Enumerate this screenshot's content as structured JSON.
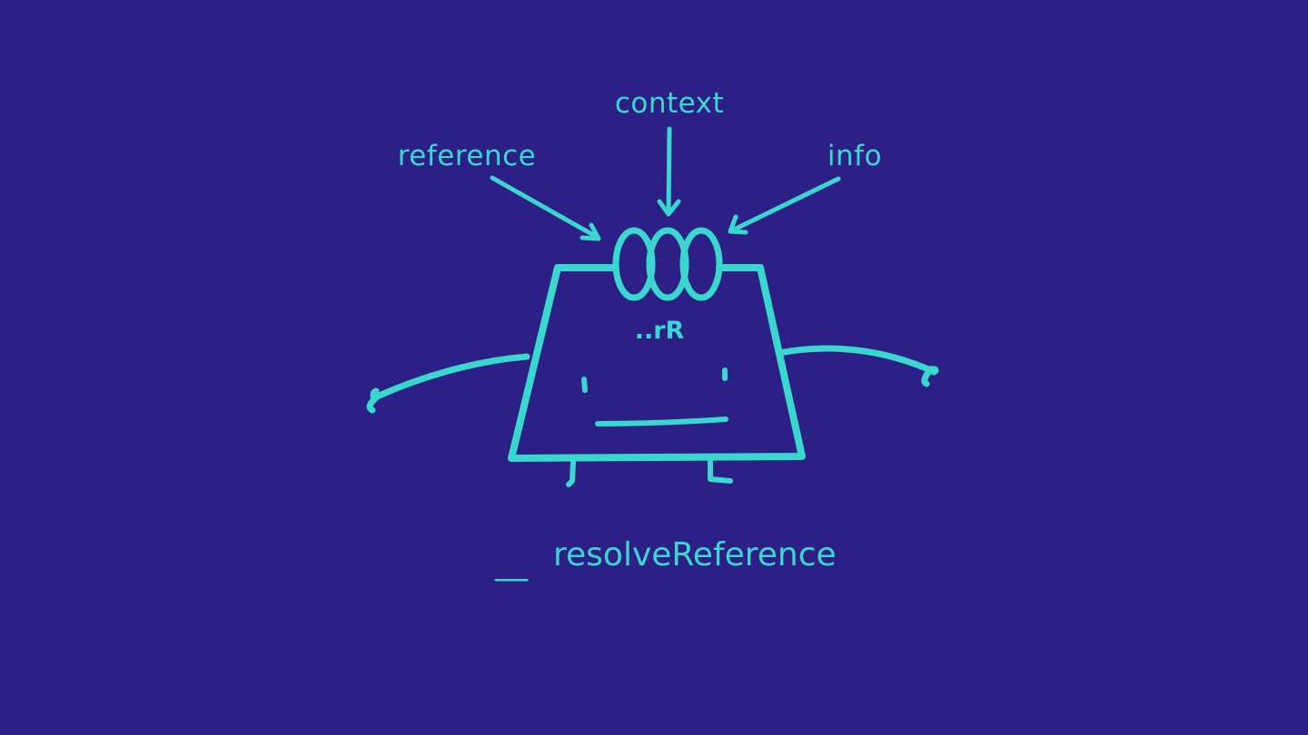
{
  "colors": {
    "background": "#2c1f85",
    "ink": "#3ad7cf"
  },
  "inputs": [
    {
      "name": "reference"
    },
    {
      "name": "context"
    },
    {
      "name": "info"
    }
  ],
  "body_label": "..rR",
  "function_name": "resolveReference",
  "function_prefix": "__"
}
